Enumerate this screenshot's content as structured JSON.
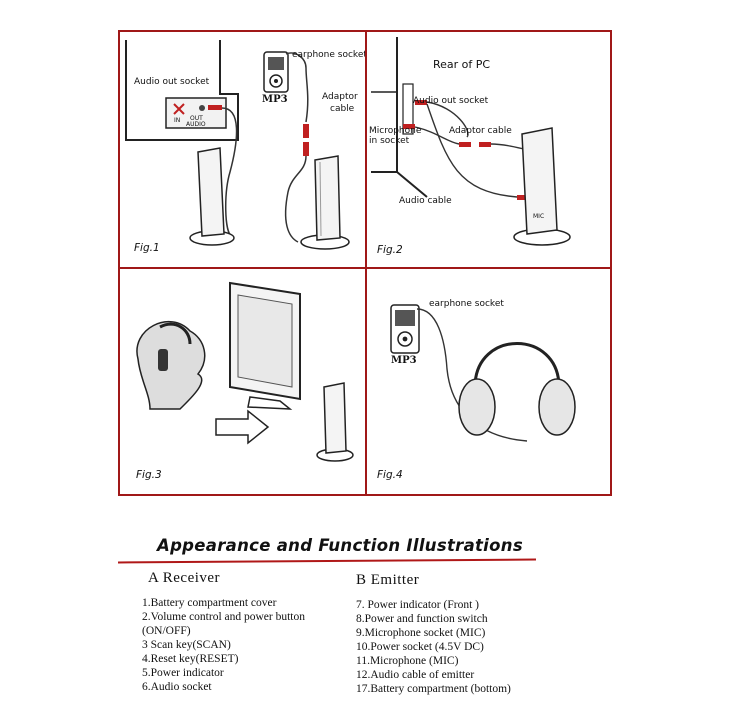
{
  "figures": {
    "fig1": {
      "caption": "Fig.1",
      "audio_out_socket": "Audio out socket",
      "earphone_socket": "earphone socket",
      "mp3": "MP3",
      "adaptor_cable": [
        "Adaptor",
        "cable"
      ],
      "jack_labels": [
        "IN",
        "OUT",
        "AUDIO"
      ]
    },
    "fig2": {
      "caption": "Fig.2",
      "rear_of_pc": "Rear of PC",
      "audio_out_socket": "Audio out socket",
      "microphone_in_socket": [
        "Microphone",
        "in socket"
      ],
      "adaptor_cable": "Adaptor cable",
      "audio_cable": "Audio cable",
      "mic_label": "MIC"
    },
    "fig3": {
      "caption": "Fig.3"
    },
    "fig4": {
      "caption": "Fig.4",
      "earphone_socket": "earphone socket",
      "mp3": "MP3"
    }
  },
  "title": "Appearance and Function Illustrations",
  "receiver": {
    "heading": "A  Receiver",
    "items": [
      "1.Battery compartment cover",
      "2.Volume control and power button",
      "(ON/OFF)",
      "3 Scan key(SCAN)",
      "4.Reset key(RESET)",
      "5.Power indicator",
      "6.Audio socket"
    ]
  },
  "emitter": {
    "heading": "B  Emitter",
    "items": [
      "7. Power indicator (Front )",
      "8.Power and function switch",
      "9.Microphone socket (MIC)",
      "10.Power socket (4.5V DC)",
      "11.Microphone (MIC)",
      "12.Audio cable of emitter",
      "17.Battery compartment (bottom)"
    ]
  },
  "colors": {
    "frame": "#a01818",
    "title_underline": "#b01818",
    "plug": "#c02020"
  }
}
